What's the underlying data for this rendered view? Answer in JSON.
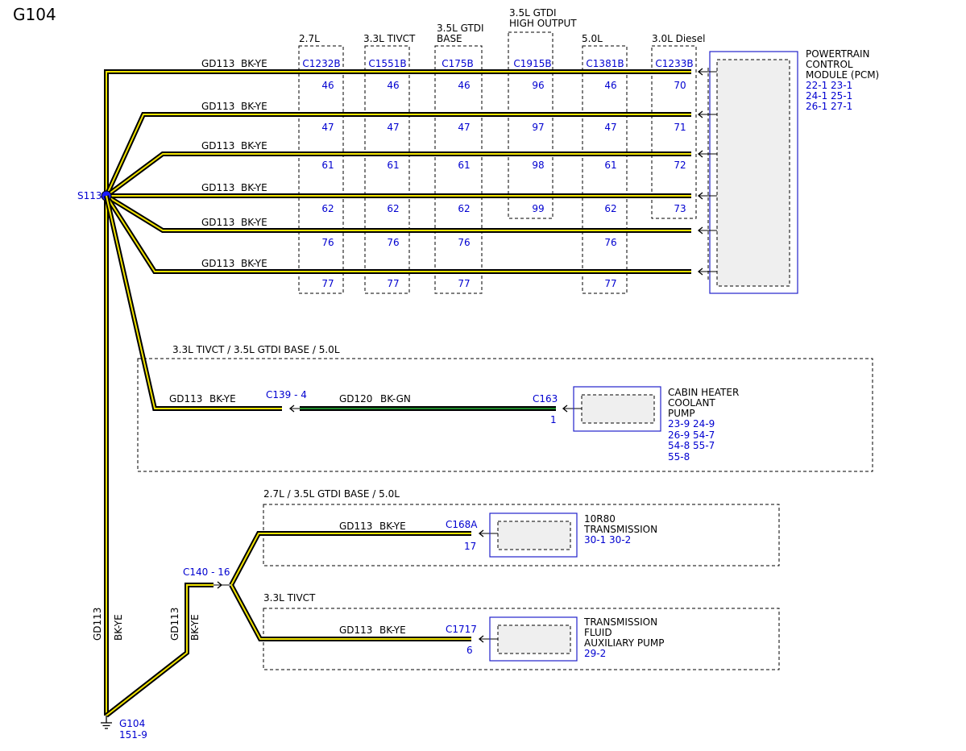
{
  "title": "G104",
  "splice": "S113",
  "ground": {
    "name": "G104",
    "ref": "151-9"
  },
  "pcm": {
    "name_lines": [
      "POWERTRAIN",
      "CONTROL",
      "MODULE (PCM)"
    ],
    "refs": [
      "22-1  23-1",
      "24-1  25-1",
      "26-1  27-1"
    ]
  },
  "engine_variants": [
    {
      "label": [
        "2.7L"
      ],
      "connector": "C1232B",
      "pins": [
        "46",
        "47",
        "61",
        "62",
        "76",
        "77"
      ]
    },
    {
      "label": [
        "3.3L TIVCT"
      ],
      "connector": "C1551B",
      "pins": [
        "46",
        "47",
        "61",
        "62",
        "76",
        "77"
      ]
    },
    {
      "label": [
        "3.5L GTDI",
        "BASE"
      ],
      "connector": "C175B",
      "pins": [
        "46",
        "47",
        "61",
        "62",
        "76",
        "77"
      ]
    },
    {
      "label": [
        "3.5L GTDI",
        "HIGH OUTPUT"
      ],
      "connector": "C1915B",
      "pins": [
        "96",
        "97",
        "98",
        "99"
      ]
    },
    {
      "label": [
        "5.0L"
      ],
      "connector": "C1381B",
      "pins": [
        "46",
        "47",
        "61",
        "62",
        "76",
        "77"
      ]
    },
    {
      "label": [
        "3.0L Diesel"
      ],
      "connector": "C1233B",
      "pins": [
        "70",
        "71",
        "72",
        "73"
      ]
    }
  ],
  "pcm_wires": [
    {
      "circuit": "GD113",
      "color": "BK-YE"
    },
    {
      "circuit": "GD113",
      "color": "BK-YE"
    },
    {
      "circuit": "GD113",
      "color": "BK-YE"
    },
    {
      "circuit": "GD113",
      "color": "BK-YE"
    },
    {
      "circuit": "GD113",
      "color": "BK-YE"
    },
    {
      "circuit": "GD113",
      "color": "BK-YE"
    }
  ],
  "heater_group": {
    "label": "3.3L TIVCT / 3.5L GTDI BASE / 5.0L",
    "wire1": {
      "circuit": "GD113",
      "color": "BK-YE"
    },
    "inline_connector": "C139 - 4",
    "wire2": {
      "circuit": "GD120",
      "color": "BK-GN"
    },
    "connector": "C163",
    "pin": "1",
    "component_lines": [
      "CABIN HEATER",
      "COOLANT",
      "PUMP"
    ],
    "refs": [
      "23-9   24-9",
      "26-9   54-7",
      "54-8   55-7",
      "55-8"
    ]
  },
  "inline_c140": "C140 - 16",
  "trans_group": {
    "label": "2.7L / 3.5L GTDI BASE / 5.0L",
    "wire": {
      "circuit": "GD113",
      "color": "BK-YE"
    },
    "connector": "C168A",
    "pin": "17",
    "component_lines": [
      "10R80",
      "TRANSMISSION"
    ],
    "refs": [
      "30-1   30-2"
    ]
  },
  "pump_group": {
    "label": "3.3L TIVCT",
    "wire": {
      "circuit": "GD113",
      "color": "BK-YE"
    },
    "connector": "C1717",
    "pin": "6",
    "component_lines": [
      "TRANSMISSION",
      "FLUID",
      "AUXILIARY PUMP"
    ],
    "refs": [
      "29-2"
    ]
  },
  "trunk_wire": {
    "circuit": "GD113",
    "color": "BK-YE"
  },
  "branch_wire": {
    "circuit": "GD113",
    "color": "BK-YE"
  },
  "colors": {
    "wire_black": "#000000",
    "wire_yellow": "#f2e400",
    "wire_green": "#1f8a2a",
    "ref_blue": "#0000d0"
  }
}
